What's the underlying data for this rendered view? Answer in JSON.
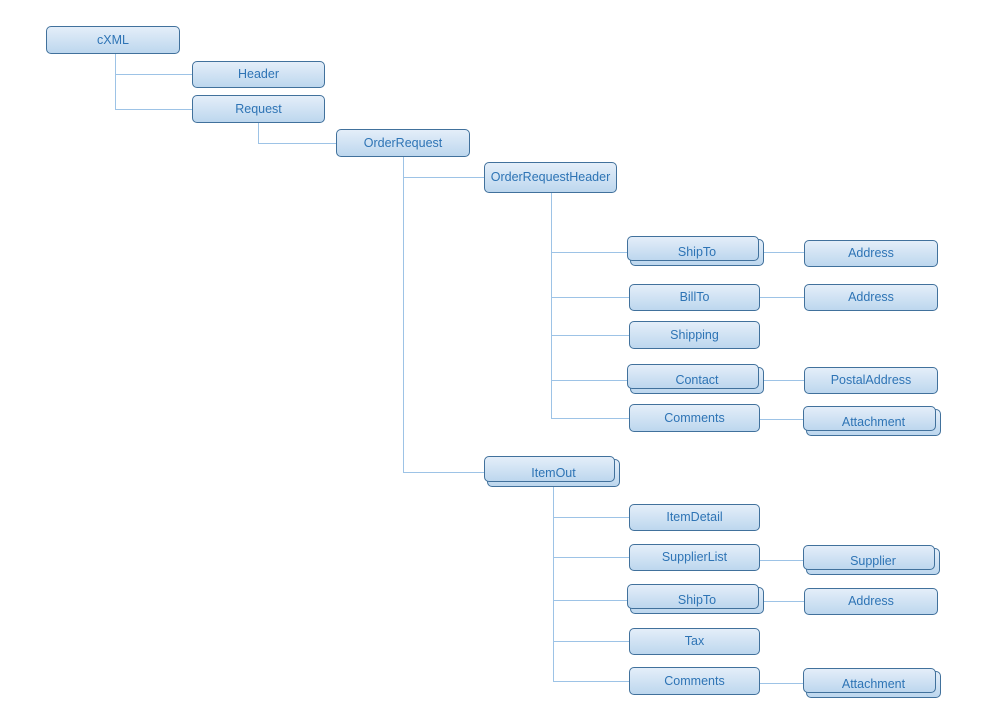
{
  "diagram": {
    "type": "tree",
    "colors": {
      "node_fill_top": "#e4eef9",
      "node_fill_bottom": "#bdd7ee",
      "node_border": "#41719C",
      "node_text": "#2E74B5",
      "connector": "#9DC3E6",
      "background": "#ffffff"
    },
    "nodes": [
      {
        "id": "cxml",
        "label": "cXML",
        "parent": null,
        "multiple": false
      },
      {
        "id": "header",
        "label": "Header",
        "parent": "cxml",
        "multiple": false
      },
      {
        "id": "request",
        "label": "Request",
        "parent": "cxml",
        "multiple": false
      },
      {
        "id": "orderrequest",
        "label": "OrderRequest",
        "parent": "request",
        "multiple": false
      },
      {
        "id": "orderrequestheader",
        "label": "OrderRequestHeader",
        "parent": "orderrequest",
        "multiple": false
      },
      {
        "id": "shipto-1",
        "label": "ShipTo",
        "parent": "orderrequestheader",
        "multiple": true
      },
      {
        "id": "address-1",
        "label": "Address",
        "parent": "shipto-1",
        "multiple": false
      },
      {
        "id": "billto",
        "label": "BillTo",
        "parent": "orderrequestheader",
        "multiple": false
      },
      {
        "id": "address-2",
        "label": "Address",
        "parent": "billto",
        "multiple": false
      },
      {
        "id": "shipping",
        "label": "Shipping",
        "parent": "orderrequestheader",
        "multiple": false
      },
      {
        "id": "contact",
        "label": "Contact",
        "parent": "orderrequestheader",
        "multiple": true
      },
      {
        "id": "postaladdress",
        "label": "PostalAddress",
        "parent": "contact",
        "multiple": false
      },
      {
        "id": "comments-1",
        "label": "Comments",
        "parent": "orderrequestheader",
        "multiple": false
      },
      {
        "id": "attachment-1",
        "label": "Attachment",
        "parent": "comments-1",
        "multiple": true
      },
      {
        "id": "itemout",
        "label": "ItemOut",
        "parent": "orderrequest",
        "multiple": true
      },
      {
        "id": "itemdetail",
        "label": "ItemDetail",
        "parent": "itemout",
        "multiple": false
      },
      {
        "id": "supplierlist",
        "label": "SupplierList",
        "parent": "itemout",
        "multiple": false
      },
      {
        "id": "supplier",
        "label": "Supplier",
        "parent": "supplierlist",
        "multiple": true
      },
      {
        "id": "shipto-2",
        "label": "ShipTo",
        "parent": "itemout",
        "multiple": true
      },
      {
        "id": "address-3",
        "label": "Address",
        "parent": "shipto-2",
        "multiple": false
      },
      {
        "id": "tax",
        "label": "Tax",
        "parent": "itemout",
        "multiple": false
      },
      {
        "id": "comments-2",
        "label": "Comments",
        "parent": "itemout",
        "multiple": false
      },
      {
        "id": "attachment-2",
        "label": "Attachment",
        "parent": "comments-2",
        "multiple": true
      }
    ]
  }
}
